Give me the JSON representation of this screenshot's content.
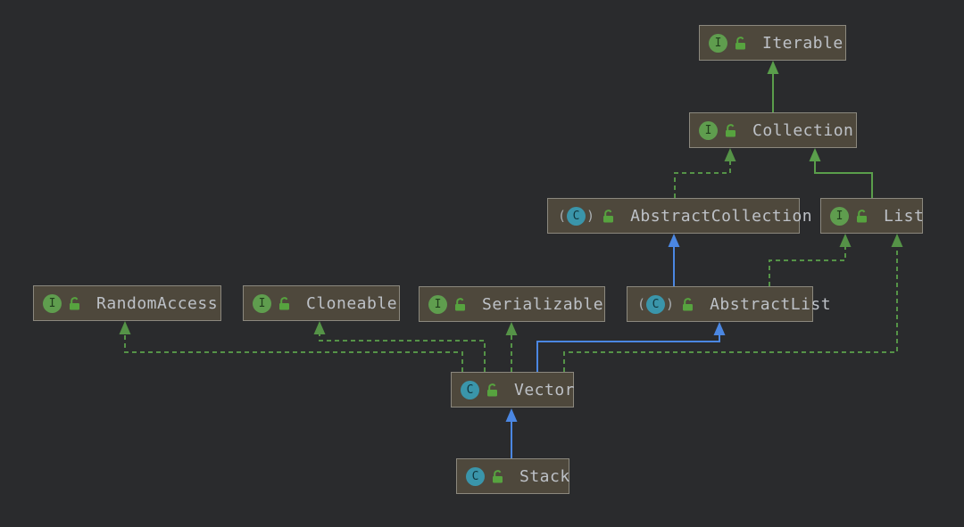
{
  "diagram": {
    "title": "Java collections class hierarchy (UML diagram)",
    "colors": {
      "background": "#2a2b2d",
      "node_fill": "#4e483c",
      "node_border": "#8b887e",
      "node_text": "#bdc1c7",
      "extends_interface_green": "#5a9e4b",
      "implements_dashed_green": "#559347",
      "extends_class_blue": "#4b87e2",
      "interface_icon_green": "#5f9d4e",
      "class_icon_teal": "#3a95aa",
      "lock_green": "#57a33f"
    },
    "icons": {
      "interface_letter": "I",
      "class_letter": "C",
      "abstract_paren_left": "(",
      "abstract_paren_right": ")",
      "lock_state": "unlocked"
    },
    "nodes": {
      "iterable": {
        "label": "Iterable",
        "kind": "interface"
      },
      "collection": {
        "label": "Collection",
        "kind": "interface"
      },
      "abstract_collection": {
        "label": "AbstractCollection",
        "kind": "abstract-class"
      },
      "list": {
        "label": "List",
        "kind": "interface"
      },
      "random_access": {
        "label": "RandomAccess",
        "kind": "interface"
      },
      "cloneable": {
        "label": "Cloneable",
        "kind": "interface"
      },
      "serializable": {
        "label": "Serializable",
        "kind": "interface"
      },
      "abstract_list": {
        "label": "AbstractList",
        "kind": "abstract-class"
      },
      "vector": {
        "label": "Vector",
        "kind": "class"
      },
      "stack": {
        "label": "Stack",
        "kind": "class"
      }
    },
    "edges": [
      {
        "from": "Collection",
        "to": "Iterable",
        "relation": "extends",
        "style": "solid-green"
      },
      {
        "from": "AbstractCollection",
        "to": "Collection",
        "relation": "implements",
        "style": "dashed-green"
      },
      {
        "from": "List",
        "to": "Collection",
        "relation": "extends",
        "style": "solid-green"
      },
      {
        "from": "AbstractList",
        "to": "AbstractCollection",
        "relation": "extends",
        "style": "solid-blue"
      },
      {
        "from": "AbstractList",
        "to": "List",
        "relation": "implements",
        "style": "dashed-green"
      },
      {
        "from": "Vector",
        "to": "AbstractList",
        "relation": "extends",
        "style": "solid-blue"
      },
      {
        "from": "Vector",
        "to": "List",
        "relation": "implements",
        "style": "dashed-green"
      },
      {
        "from": "Vector",
        "to": "Serializable",
        "relation": "implements",
        "style": "dashed-green"
      },
      {
        "from": "Vector",
        "to": "Cloneable",
        "relation": "implements",
        "style": "dashed-green"
      },
      {
        "from": "Vector",
        "to": "RandomAccess",
        "relation": "implements",
        "style": "dashed-green"
      },
      {
        "from": "Stack",
        "to": "Vector",
        "relation": "extends",
        "style": "solid-blue"
      }
    ]
  }
}
